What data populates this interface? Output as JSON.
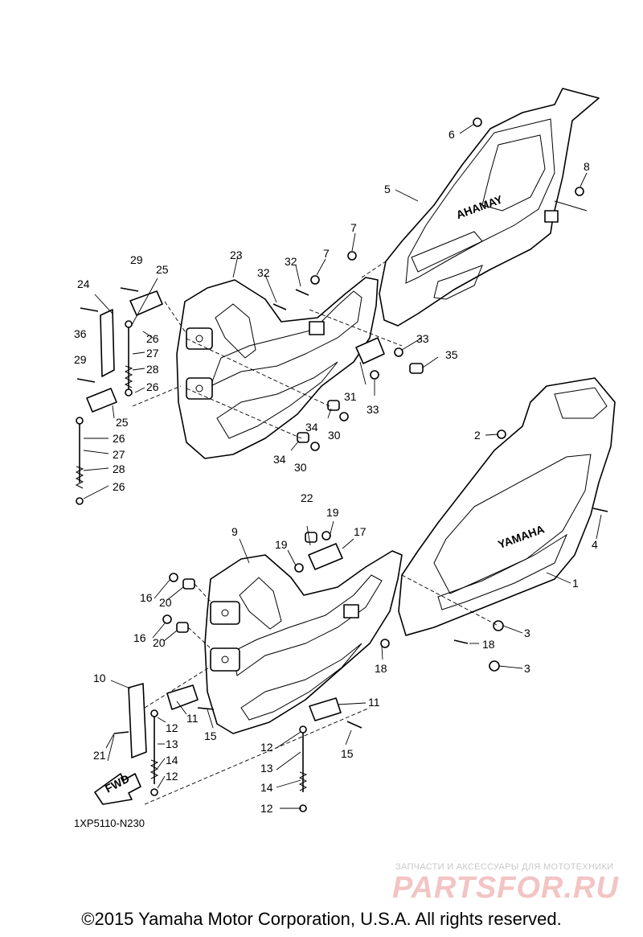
{
  "diagram": {
    "callouts": [
      {
        "label": "1"
      },
      {
        "label": "2"
      },
      {
        "label": "3"
      },
      {
        "label": "3"
      },
      {
        "label": "4"
      },
      {
        "label": "5"
      },
      {
        "label": "6"
      },
      {
        "label": "7"
      },
      {
        "label": "7"
      },
      {
        "label": "8"
      },
      {
        "label": "9"
      },
      {
        "label": "10"
      },
      {
        "label": "11"
      },
      {
        "label": "11"
      },
      {
        "label": "12"
      },
      {
        "label": "12"
      },
      {
        "label": "12"
      },
      {
        "label": "12"
      },
      {
        "label": "13"
      },
      {
        "label": "13"
      },
      {
        "label": "14"
      },
      {
        "label": "14"
      },
      {
        "label": "15"
      },
      {
        "label": "15"
      },
      {
        "label": "16"
      },
      {
        "label": "16"
      },
      {
        "label": "17"
      },
      {
        "label": "18"
      },
      {
        "label": "18"
      },
      {
        "label": "19"
      },
      {
        "label": "19"
      },
      {
        "label": "20"
      },
      {
        "label": "20"
      },
      {
        "label": "21"
      },
      {
        "label": "22"
      },
      {
        "label": "23"
      },
      {
        "label": "24"
      },
      {
        "label": "25"
      },
      {
        "label": "25"
      },
      {
        "label": "26"
      },
      {
        "label": "26"
      },
      {
        "label": "26"
      },
      {
        "label": "26"
      },
      {
        "label": "27"
      },
      {
        "label": "27"
      },
      {
        "label": "28"
      },
      {
        "label": "28"
      },
      {
        "label": "29"
      },
      {
        "label": "29"
      },
      {
        "label": "30"
      },
      {
        "label": "30"
      },
      {
        "label": "31"
      },
      {
        "label": "32"
      },
      {
        "label": "32"
      },
      {
        "label": "33"
      },
      {
        "label": "33"
      },
      {
        "label": "34"
      },
      {
        "label": "34"
      },
      {
        "label": "35"
      },
      {
        "label": "36"
      }
    ],
    "brand_lower": "YAMAHA",
    "brand_upper_mirrored": "YAMAHA",
    "fwd_label": "FWD",
    "reference_code": "1XP5110-N230"
  },
  "watermark": {
    "caption": "ЗАПЧАСТИ И АКСЕССУАРЫ ДЛЯ МОТОТЕХНИКИ",
    "logo_text": "PARTSFOR.RU",
    "color": "#f3c4c4"
  },
  "footer": {
    "copyright": "©2015 Yamaha Motor Corporation, U.S.A. All rights reserved."
  }
}
